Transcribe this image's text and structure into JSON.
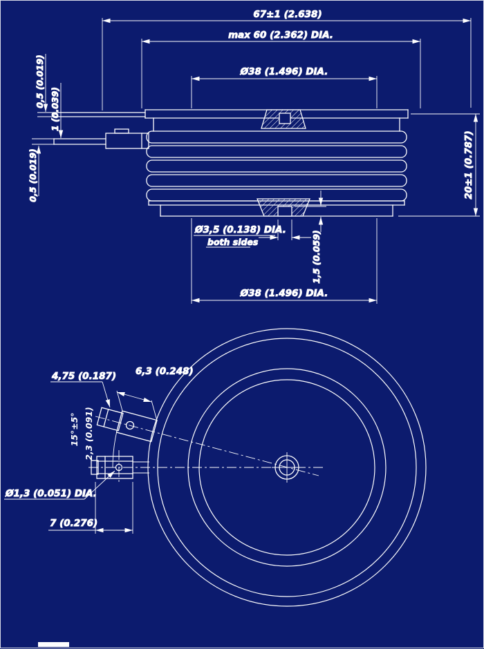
{
  "colors": {
    "background": "#0c1b6e",
    "line": "#ffffff"
  },
  "side_view": {
    "overall_width": "67±1 (2.638)",
    "max_diameter": "max 60 (2.362) DIA.",
    "pole_diameter_top": "Ø38 (1.496) DIA.",
    "height": "20±1 (0.787)",
    "lead_thickness_top": "0,5 (0.019)",
    "lead_gap": "1 (0.039)",
    "lead_thickness_bottom": "0,5 (0.019)",
    "gate_hole_diameter": "Ø3,5 (0.138) DIA.",
    "gate_hole_note": "both sides",
    "gate_hole_depth": "1,5 (0.059)",
    "pole_diameter_bottom": "Ø38 (1.496) DIA."
  },
  "plan_view": {
    "tab_width": "6,3 (0.248)",
    "tab_offset": "4,75 (0.187)",
    "lead_angle": "15°±5°",
    "tab_thickness": "2,3 (0.091)",
    "hole_diameter": "Ø1,3 (0.051) DIA.",
    "tab_length": "7 (0.276)"
  }
}
